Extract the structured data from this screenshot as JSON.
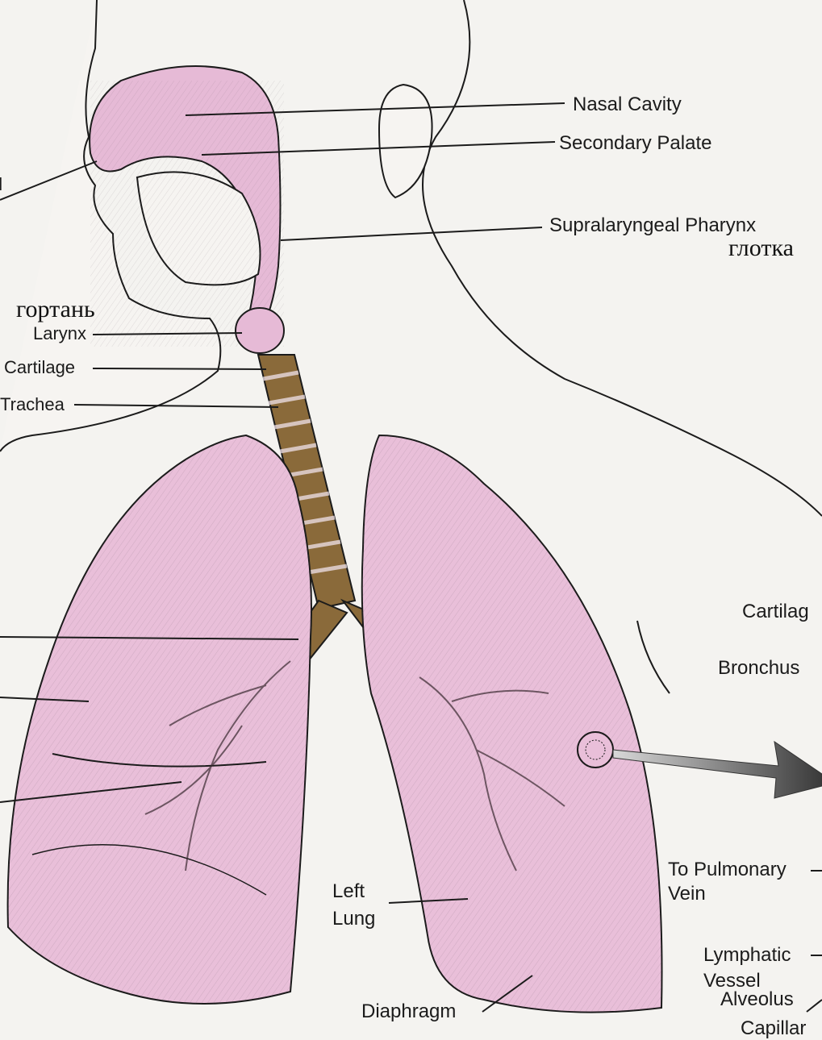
{
  "labels": {
    "nasal_cavity": "Nasal Cavity",
    "secondary_palate": "Secondary Palate",
    "supralaryngeal_pharynx": "Supralaryngeal Pharynx",
    "pharynx_ru": "глотка",
    "larynx_ru": "гортань",
    "larynx": "Larynx",
    "cartilage": "Cartilage",
    "trachea": "Trachea",
    "left_lung_line1": "Left",
    "left_lung_line2": "Lung",
    "diaphragm": "Diaphragm",
    "inset_cartilage": "Cartilag",
    "inset_bronchus": "Bronchus",
    "to_pulmonary_line1": "To Pulmonary",
    "to_pulmonary_line2": "Vein",
    "lymphatic_line1": "Lymphatic",
    "lymphatic_line2": "Vessel",
    "alveolus": "Alveolus",
    "clipped_left": "al",
    "clipped_bottom": "Capillar"
  },
  "colors": {
    "lung_fill": "#e9bfd9",
    "airway_fill": "#dcaed0",
    "trachea_ring": "#8a6a3a",
    "skin": "#f6f4f1",
    "ink": "#1b1b1b",
    "arrow": "#5a5a5a"
  }
}
